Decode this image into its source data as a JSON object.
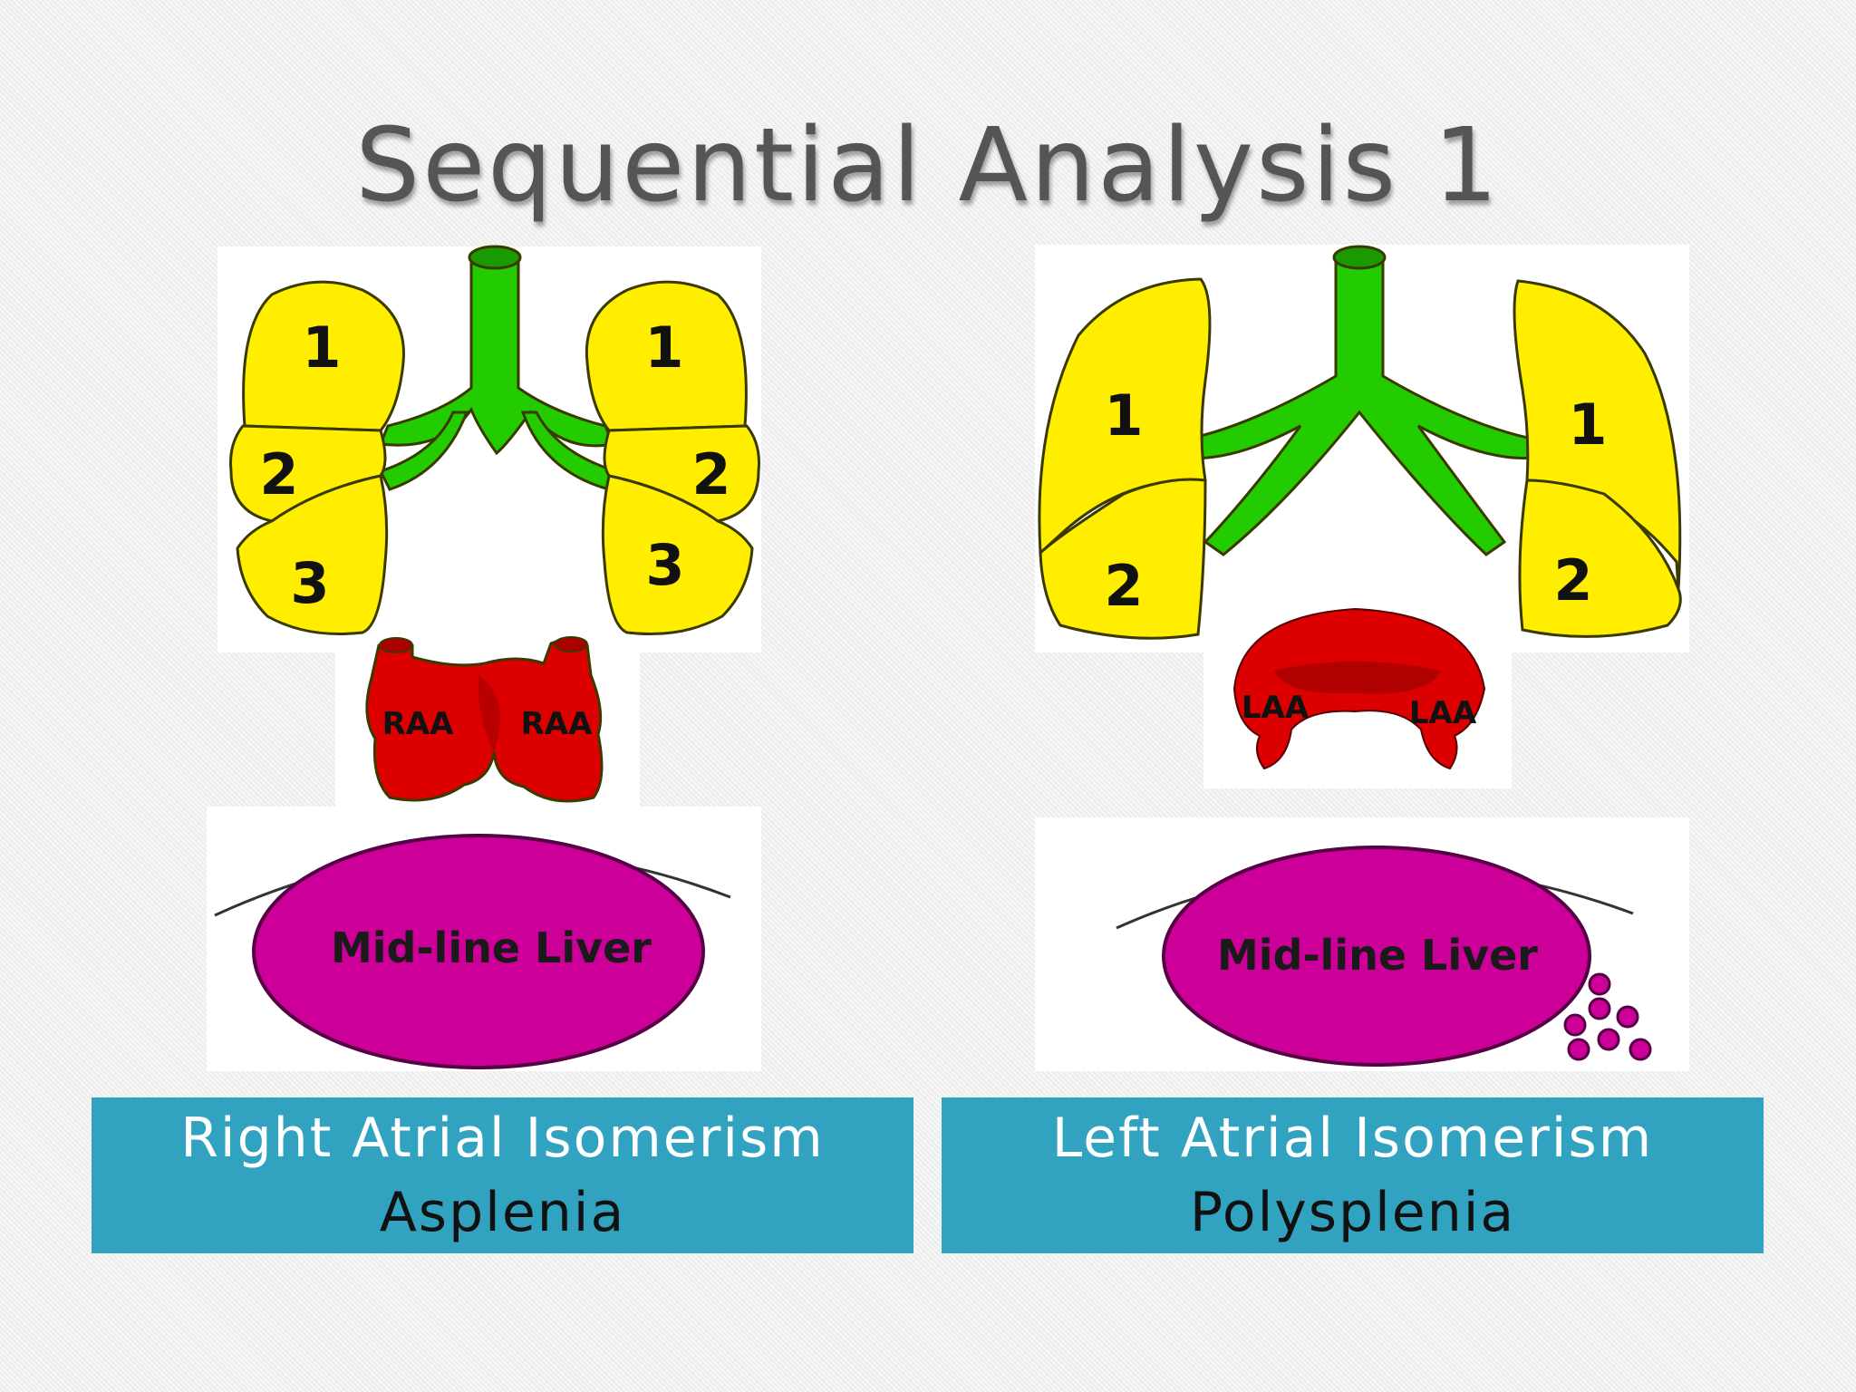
{
  "slide": {
    "title": "Sequential Analysis 1"
  },
  "left_panel": {
    "lung_left_lobes": [
      "1",
      "2",
      "3"
    ],
    "lung_right_lobes": [
      "1",
      "2",
      "3"
    ],
    "atria": [
      "RAA",
      "RAA"
    ],
    "liver_label": "Mid-line Liver",
    "caption": {
      "line1": "Right Atrial Isomerism",
      "line2": "Asplenia"
    }
  },
  "right_panel": {
    "lung_left_lobes": [
      "1",
      "2"
    ],
    "lung_right_lobes": [
      "1",
      "2"
    ],
    "atria": [
      "LAA",
      "LAA"
    ],
    "liver_label": "Mid-line Liver",
    "caption": {
      "line1": "Left Atrial Isomerism",
      "line2": "Polysplenia"
    }
  },
  "colors": {
    "lung": "#ffee00",
    "bronchus": "#22cc00",
    "atrium": "#dd0000",
    "liver": "#cc0099",
    "caption_bg": "#31a3c0"
  }
}
